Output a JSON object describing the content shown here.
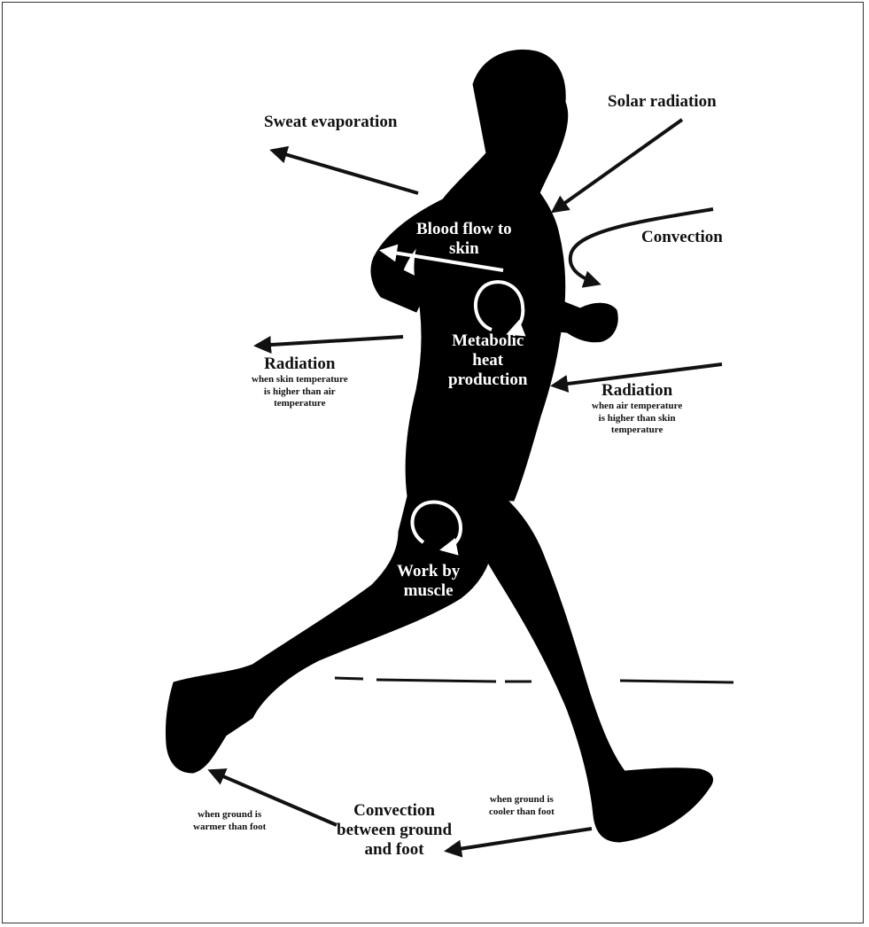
{
  "colors": {
    "silhouette": "#000000",
    "background": "#ffffff",
    "outer_arrow": "#111111",
    "inner_arrow": "#ffffff",
    "frame": "#333333"
  },
  "labels": {
    "sweat": "Sweat evaporation",
    "solar": "Solar radiation",
    "blood_flow": [
      "Blood flow to",
      "skin"
    ],
    "convection": "Convection",
    "metabolic": [
      "Metabolic",
      "heat",
      "production"
    ],
    "radiation_left": {
      "title": "Radiation",
      "note": [
        "when skin temperature",
        "is higher than air",
        "temperature"
      ]
    },
    "radiation_right": {
      "title": "Radiation",
      "note": [
        "when air temperature",
        "is higher than skin",
        "temperature"
      ]
    },
    "work_muscle": [
      "Work by",
      "muscle"
    ],
    "convection_ground": [
      "Convection",
      "between ground",
      "and foot"
    ],
    "ground_warmer": [
      "when ground is",
      "warmer than foot"
    ],
    "ground_cooler": [
      "when ground is",
      "cooler  than foot"
    ]
  }
}
